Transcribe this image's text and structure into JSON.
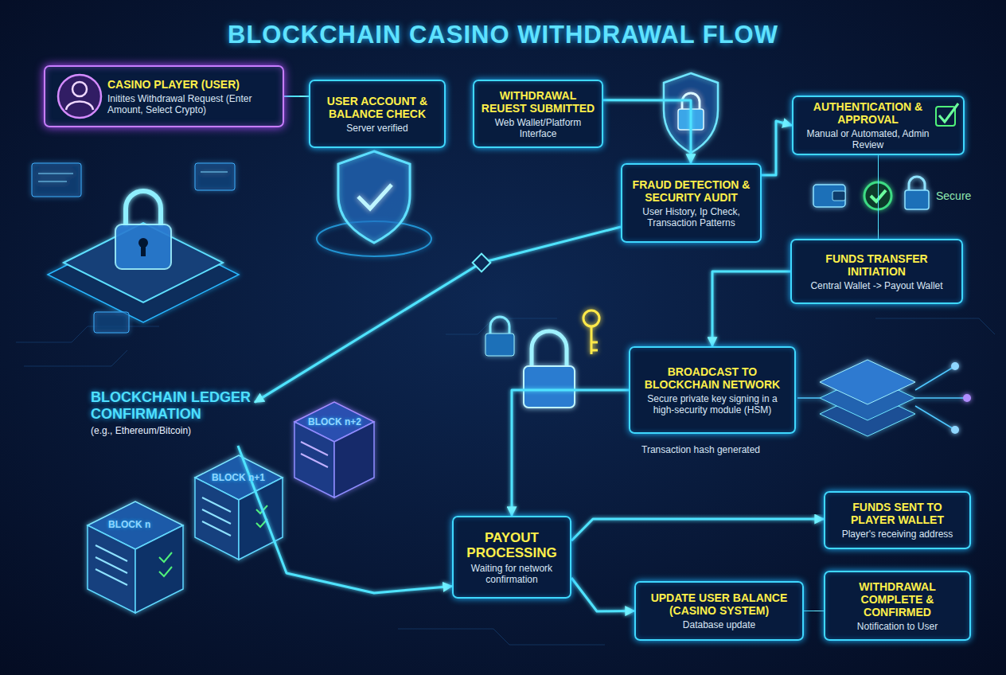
{
  "diagram": {
    "title": "BLOCKCHAIN CASINO WITHDRAWAL FLOW",
    "nodes": [
      {
        "text": [
          "CASINO PLAYER (USER)",
          "Initites Withdrawal Request (Enter Amount, Select Crypto)"
        ]
      },
      {
        "text": [
          "USER ACCOUNT & BALANCE CHECK",
          "Server verified"
        ]
      },
      {
        "text": [
          "WITHDRAWAL REUEST SUBMITTED",
          "Web Wallet/Platform Interface"
        ]
      },
      {
        "text": [
          "AUTHENTICATION & APPROVAL",
          "Manual or Automated, Admin Review"
        ]
      },
      {
        "text": [
          "FRAUD DETECTION & SECURITY AUDIT",
          "User History, Ip Check, Transaction Patterns"
        ]
      },
      {
        "text": [
          "FUNDS TRANSFER INITIATION",
          "Central Wallet -> Payout Wallet"
        ]
      },
      {
        "text": [
          "BROADCAST TO BLOCKCHAIN NETWORK",
          "Secure private key signing in a high-security module (HSM)"
        ]
      },
      {
        "text": [
          "BLOCKCHAIN LEDGER CONFIRMATION",
          "(e.g., Ethereum/Bitcoin)"
        ]
      },
      {
        "text": [
          "PAYOUT PROCESSING",
          "Waiting for network confirmation"
        ]
      },
      {
        "text": [
          "FUNDS SENT TO PLAYER WALLET",
          "Player's receiving address"
        ]
      },
      {
        "text": [
          "UPDATE USER BALANCE (CASINO SYSTEM)",
          "Database update"
        ]
      },
      {
        "text": [
          "WITHDRAWAL COMPLETE & CONFIRMED",
          "Notification to User"
        ]
      }
    ],
    "edges": [
      {
        "from": 0,
        "to": 1,
        "arrow": "to"
      },
      {
        "from": 1,
        "to": 2,
        "arrow": "to"
      },
      {
        "from": 2,
        "to": 4,
        "arrow": "to"
      },
      {
        "from": 4,
        "to": 3,
        "arrow": "to"
      },
      {
        "from": 3,
        "to": 5,
        "arrow": "to"
      },
      {
        "from": 5,
        "to": 6,
        "arrow": "to"
      },
      {
        "from": 4,
        "to": 7,
        "arrow": "to"
      },
      {
        "from": 7,
        "to": 8,
        "arrow": "to"
      },
      {
        "from": 6,
        "to": 8,
        "arrow": "to"
      },
      {
        "from": 8,
        "to": 9,
        "arrow": "to"
      },
      {
        "from": 8,
        "to": 10,
        "arrow": "to"
      },
      {
        "from": 9,
        "to": 11,
        "arrow": "to"
      },
      {
        "from": 10,
        "to": 11,
        "arrow": "to"
      }
    ],
    "labels": [
      "Secure",
      "Transaction hash generated",
      "BLOCK n",
      "BLOCK n+1",
      "BLOCK n+2"
    ]
  }
}
